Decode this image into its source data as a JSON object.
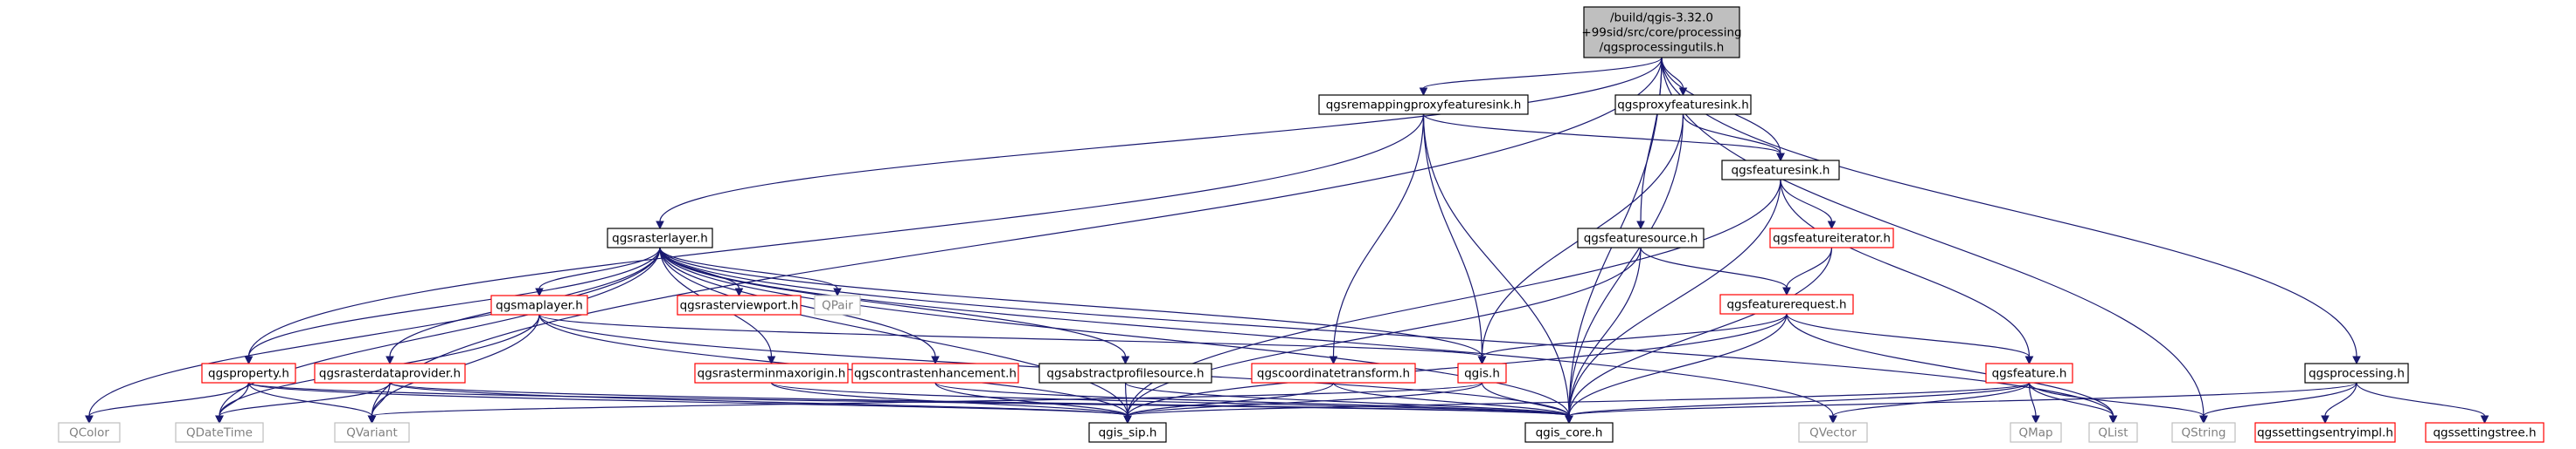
{
  "colors": {
    "edge": "#191970",
    "root_fill": "#bfbfbf",
    "border_documented": "#000000",
    "border_undocumented": "#ff0000",
    "border_external": "#bfbfbf",
    "text_normal": "#000000",
    "text_external": "#808080"
  },
  "nodes": [
    {
      "id": "root",
      "lines": [
        "/build/qgis-3.32.0",
        "+99sid/src/core/processing",
        "/qgsprocessingutils.h"
      ],
      "kind": "root"
    },
    {
      "id": "remap",
      "lines": [
        "qgsremappingproxyfeaturesink.h"
      ],
      "kind": "documented"
    },
    {
      "id": "proxy",
      "lines": [
        "qgsproxyfeaturesink.h"
      ],
      "kind": "documented"
    },
    {
      "id": "featuresink",
      "lines": [
        "qgsfeaturesink.h"
      ],
      "kind": "documented"
    },
    {
      "id": "rasterlayer",
      "lines": [
        "qgsrasterlayer.h"
      ],
      "kind": "documented"
    },
    {
      "id": "featuresource",
      "lines": [
        "qgsfeaturesource.h"
      ],
      "kind": "documented"
    },
    {
      "id": "featureiterator",
      "lines": [
        "qgsfeatureiterator.h"
      ],
      "kind": "undocumented"
    },
    {
      "id": "featurerequest",
      "lines": [
        "qgsfeaturerequest.h"
      ],
      "kind": "undocumented"
    },
    {
      "id": "rasterviewport",
      "lines": [
        "qgsrasterviewport.h"
      ],
      "kind": "undocumented"
    },
    {
      "id": "qpair",
      "lines": [
        "QPair"
      ],
      "kind": "external"
    },
    {
      "id": "maplayer",
      "lines": [
        "qgsmaplayer.h"
      ],
      "kind": "undocumented"
    },
    {
      "id": "property",
      "lines": [
        "qgsproperty.h"
      ],
      "kind": "undocumented"
    },
    {
      "id": "rasterdataprovider",
      "lines": [
        "qgsrasterdataprovider.h"
      ],
      "kind": "undocumented"
    },
    {
      "id": "minmaxorigin",
      "lines": [
        "qgsrasterminmaxorigin.h"
      ],
      "kind": "undocumented"
    },
    {
      "id": "contrast",
      "lines": [
        "qgscontrastenhancement.h"
      ],
      "kind": "undocumented"
    },
    {
      "id": "abstractprofile",
      "lines": [
        "qgsabstractprofilesource.h"
      ],
      "kind": "documented"
    },
    {
      "id": "coordtransform",
      "lines": [
        "qgscoordinatetransform.h"
      ],
      "kind": "undocumented"
    },
    {
      "id": "qgis",
      "lines": [
        "qgis.h"
      ],
      "kind": "undocumented"
    },
    {
      "id": "feature",
      "lines": [
        "qgsfeature.h"
      ],
      "kind": "undocumented"
    },
    {
      "id": "qgsprocessing",
      "lines": [
        "qgsprocessing.h"
      ],
      "kind": "documented"
    },
    {
      "id": "qcolor",
      "lines": [
        "QColor"
      ],
      "kind": "external"
    },
    {
      "id": "qdatetime",
      "lines": [
        "QDateTime"
      ],
      "kind": "external"
    },
    {
      "id": "qvariant",
      "lines": [
        "QVariant"
      ],
      "kind": "external"
    },
    {
      "id": "sip",
      "lines": [
        "qgis_sip.h"
      ],
      "kind": "documented"
    },
    {
      "id": "core",
      "lines": [
        "qgis_core.h"
      ],
      "kind": "documented"
    },
    {
      "id": "qvector",
      "lines": [
        "QVector"
      ],
      "kind": "external"
    },
    {
      "id": "qmap",
      "lines": [
        "QMap"
      ],
      "kind": "external"
    },
    {
      "id": "qlist",
      "lines": [
        "QList"
      ],
      "kind": "external"
    },
    {
      "id": "qstring",
      "lines": [
        "QString"
      ],
      "kind": "external"
    },
    {
      "id": "settingsentry",
      "lines": [
        "qgssettingsentryimpl.h"
      ],
      "kind": "undocumented"
    },
    {
      "id": "settingstree",
      "lines": [
        "qgssettingstree.h"
      ],
      "kind": "undocumented"
    }
  ],
  "edges": [
    [
      "root",
      "remap"
    ],
    [
      "root",
      "proxy"
    ],
    [
      "root",
      "featuresink"
    ],
    [
      "root",
      "rasterlayer"
    ],
    [
      "root",
      "featuresource"
    ],
    [
      "root",
      "qgsprocessing"
    ],
    [
      "root",
      "qvariant"
    ],
    [
      "root",
      "core"
    ],
    [
      "root",
      "qstring"
    ],
    [
      "remap",
      "featuresink"
    ],
    [
      "remap",
      "property"
    ],
    [
      "remap",
      "coordtransform"
    ],
    [
      "remap",
      "qgis"
    ],
    [
      "remap",
      "core"
    ],
    [
      "proxy",
      "featuresink"
    ],
    [
      "proxy",
      "qgis"
    ],
    [
      "proxy",
      "core"
    ],
    [
      "featuresink",
      "featureiterator"
    ],
    [
      "featuresink",
      "feature"
    ],
    [
      "featuresink",
      "sip"
    ],
    [
      "featuresink",
      "core"
    ],
    [
      "rasterlayer",
      "rasterviewport"
    ],
    [
      "rasterlayer",
      "qpair"
    ],
    [
      "rasterlayer",
      "maplayer"
    ],
    [
      "rasterlayer",
      "property"
    ],
    [
      "rasterlayer",
      "rasterdataprovider"
    ],
    [
      "rasterlayer",
      "minmaxorigin"
    ],
    [
      "rasterlayer",
      "contrast"
    ],
    [
      "rasterlayer",
      "abstractprofile"
    ],
    [
      "rasterlayer",
      "qgis"
    ],
    [
      "rasterlayer",
      "qcolor"
    ],
    [
      "rasterlayer",
      "qdatetime"
    ],
    [
      "rasterlayer",
      "sip"
    ],
    [
      "rasterlayer",
      "core"
    ],
    [
      "rasterlayer",
      "qvector"
    ],
    [
      "rasterlayer",
      "qlist"
    ],
    [
      "featuresource",
      "featurerequest"
    ],
    [
      "featuresource",
      "sip"
    ],
    [
      "featuresource",
      "core"
    ],
    [
      "featureiterator",
      "featurerequest"
    ],
    [
      "featureiterator",
      "core"
    ],
    [
      "featurerequest",
      "qgis"
    ],
    [
      "featurerequest",
      "feature"
    ],
    [
      "featurerequest",
      "sip"
    ],
    [
      "featurerequest",
      "core"
    ],
    [
      "featurerequest",
      "qlist"
    ],
    [
      "maplayer",
      "qgis"
    ],
    [
      "maplayer",
      "qdatetime"
    ],
    [
      "maplayer",
      "qvariant"
    ],
    [
      "maplayer",
      "sip"
    ],
    [
      "maplayer",
      "core"
    ],
    [
      "property",
      "qcolor"
    ],
    [
      "property",
      "qdatetime"
    ],
    [
      "property",
      "qvariant"
    ],
    [
      "property",
      "sip"
    ],
    [
      "property",
      "core"
    ],
    [
      "rasterdataprovider",
      "qdatetime"
    ],
    [
      "rasterdataprovider",
      "qvariant"
    ],
    [
      "rasterdataprovider",
      "sip"
    ],
    [
      "rasterdataprovider",
      "core"
    ],
    [
      "minmaxorigin",
      "sip"
    ],
    [
      "minmaxorigin",
      "core"
    ],
    [
      "contrast",
      "sip"
    ],
    [
      "contrast",
      "core"
    ],
    [
      "abstractprofile",
      "sip"
    ],
    [
      "abstractprofile",
      "core"
    ],
    [
      "coordtransform",
      "sip"
    ],
    [
      "coordtransform",
      "core"
    ],
    [
      "qgis",
      "qvariant"
    ],
    [
      "qgis",
      "sip"
    ],
    [
      "qgis",
      "core"
    ],
    [
      "feature",
      "qvector"
    ],
    [
      "feature",
      "qmap"
    ],
    [
      "feature",
      "qlist"
    ],
    [
      "feature",
      "qstring"
    ],
    [
      "feature",
      "sip"
    ],
    [
      "feature",
      "core"
    ],
    [
      "qgsprocessing",
      "core"
    ],
    [
      "qgsprocessing",
      "qstring"
    ],
    [
      "qgsprocessing",
      "settingsentry"
    ],
    [
      "qgsprocessing",
      "settingstree"
    ]
  ]
}
